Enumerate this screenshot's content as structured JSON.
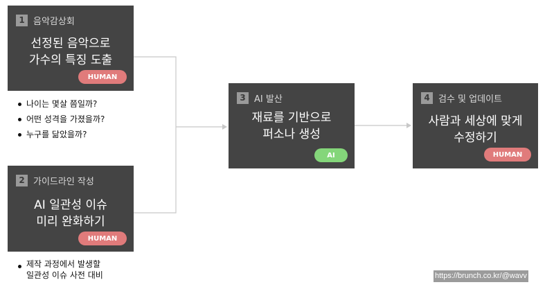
{
  "steps": [
    {
      "num": "1",
      "title": "음악감상회",
      "body": [
        "선정된 음악으로",
        "가수의 특징 도출"
      ],
      "badge": "HUMAN"
    },
    {
      "num": "2",
      "title": "가이드라인 작성",
      "body": [
        "AI 일관성 이슈",
        "미리 완화하기"
      ],
      "badge": "HUMAN"
    },
    {
      "num": "3",
      "title": "AI 발산",
      "body": [
        "재료를 기반으로",
        "퍼소나 생성"
      ],
      "badge": "AI"
    },
    {
      "num": "4",
      "title": "검수 및 업데이트",
      "body": [
        "사람과 세상에 맞게",
        "수정하기"
      ],
      "badge": "HUMAN"
    }
  ],
  "notes1": [
    "나이는 몇살 쯤일까?",
    "어떤 성격을 가졌을까?",
    "누구를 닮았을까?"
  ],
  "notes2": [
    "제작 과정에서 발생할",
    "일관성 이슈 사전 대비"
  ],
  "watermark": "https://brunch.co.kr/@wavv",
  "colors": {
    "card": "#444444",
    "human_badge": "#e07b7b",
    "ai_badge": "#84d67a",
    "connector": "#c8c8c8"
  }
}
